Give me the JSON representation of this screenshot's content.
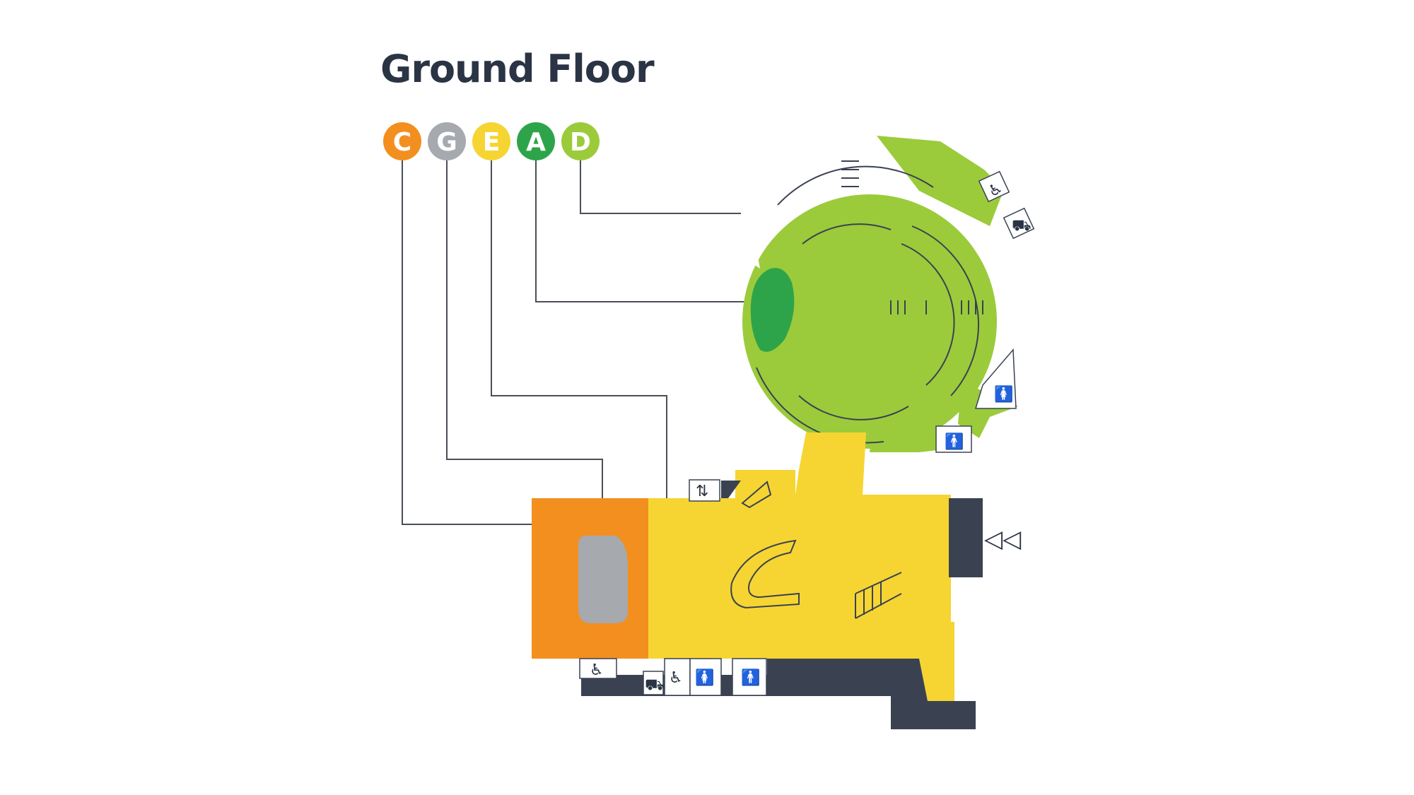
{
  "title": "Ground Floor",
  "colors": {
    "text": "#2b3445",
    "zone_c": "#f28f1f",
    "zone_g": "#a6a9ae",
    "zone_e": "#f6d532",
    "zone_a": "#2ea44a",
    "zone_d": "#9bcb3b",
    "structure": "#3a4252",
    "line": "#4a4f57"
  },
  "zones": [
    {
      "letter": "C",
      "color": "#f28f1f"
    },
    {
      "letter": "G",
      "color": "#a6a9ae"
    },
    {
      "letter": "E",
      "color": "#f6d532"
    },
    {
      "letter": "A",
      "color": "#2ea44a"
    },
    {
      "letter": "D",
      "color": "#9bcb3b"
    }
  ],
  "facility_icons": [
    "wheelchair-icon",
    "baby-change-icon",
    "female-toilet-icon",
    "male-toilet-icon",
    "lift-icon",
    "wheelchair-icon",
    "baby-change-icon",
    "wheelchair-icon",
    "female-toilet-icon",
    "male-toilet-icon",
    "entrance-arrows-icon"
  ]
}
